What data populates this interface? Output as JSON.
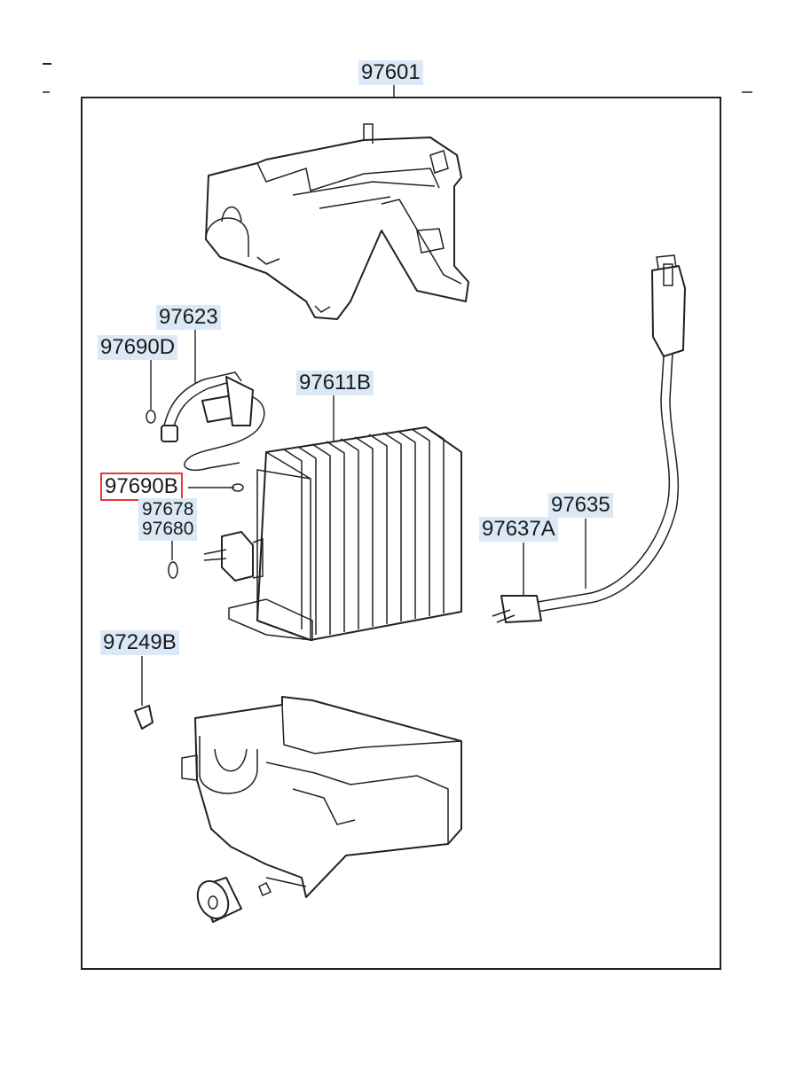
{
  "labels": {
    "assembly": "97601",
    "expansion_valve": "97623",
    "o_ring_d": "97690D",
    "evaporator_core": "97611B",
    "o_ring_b": "97690B",
    "valve_part_1": "97678",
    "valve_part_2": "97680",
    "thermo_switch": "97635",
    "connector": "97637A",
    "clip": "97249B"
  },
  "colors": {
    "label_background": "#dbe9f7",
    "highlight_border": "#e53935"
  }
}
